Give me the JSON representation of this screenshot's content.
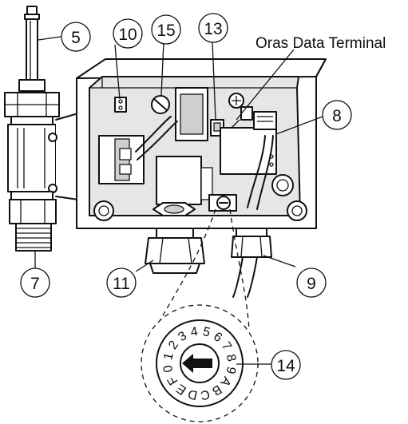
{
  "label": "Oras Data Terminal",
  "callouts": [
    {
      "id": "c5",
      "text": "5"
    },
    {
      "id": "c10",
      "text": "10"
    },
    {
      "id": "c15",
      "text": "15"
    },
    {
      "id": "c13",
      "text": "13"
    },
    {
      "id": "c8",
      "text": "8"
    },
    {
      "id": "c7",
      "text": "7"
    },
    {
      "id": "c11",
      "text": "11"
    },
    {
      "id": "c9",
      "text": "9"
    },
    {
      "id": "c14",
      "text": "14"
    }
  ],
  "dial_digits": [
    "0",
    "1",
    "2",
    "3",
    "4",
    "5",
    "6",
    "7",
    "8",
    "9",
    "A",
    "B",
    "C",
    "D",
    "E",
    "F"
  ]
}
